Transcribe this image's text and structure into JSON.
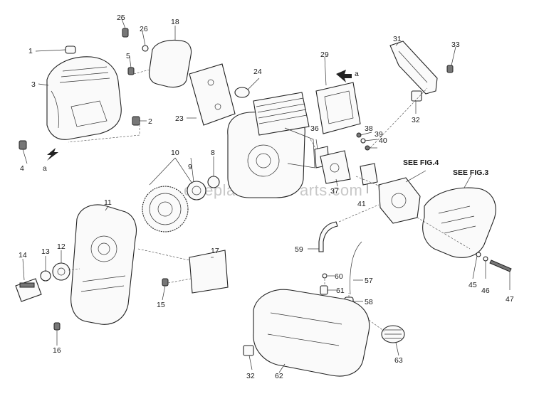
{
  "watermark": "eReplacementParts.com",
  "references": {
    "see_fig4": "SEE FIG.4",
    "see_fig3": "SEE FIG.3"
  },
  "arrow_letter": "a",
  "part_numbers": {
    "p1": "1",
    "p2": "2",
    "p3": "3",
    "p4": "4",
    "p5": "5",
    "p8": "8",
    "p9": "9",
    "p10": "10",
    "p11": "11",
    "p12": "12",
    "p13": "13",
    "p14": "14",
    "p15": "15",
    "p16": "16",
    "p17": "17",
    "p18": "18",
    "p23": "23",
    "p24": "24",
    "p25": "25",
    "p26": "26",
    "p29": "29",
    "p31": "31",
    "p32": "32",
    "p32b": "32",
    "p33": "33",
    "p36": "36",
    "p37": "37",
    "p38": "38",
    "p39": "39",
    "p40": "40",
    "p41": "41",
    "p45": "45",
    "p46": "46",
    "p47": "47",
    "p57": "57",
    "p58": "58",
    "p59": "59",
    "p60": "60",
    "p61": "61",
    "p62": "62",
    "p63": "63"
  }
}
